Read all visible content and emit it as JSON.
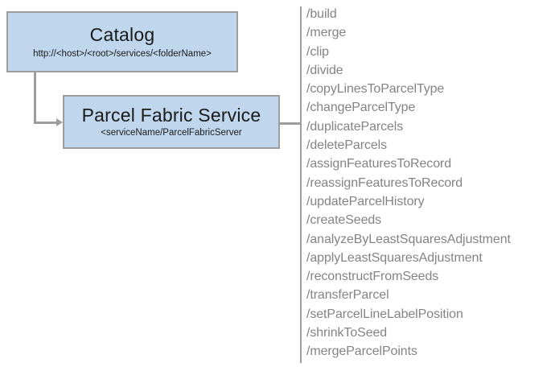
{
  "diagram": {
    "nodes": [
      {
        "id": "catalog",
        "title": "Catalog",
        "subtitle": "http://<host>/<root>/services/<folderName>"
      },
      {
        "id": "parcel-fabric-service",
        "title": "Parcel Fabric Service",
        "subtitle": "<serviceName/ParcelFabricServer"
      }
    ],
    "operations": [
      "/build",
      "/merge",
      "/clip",
      "/divide",
      "/copyLinesToParcelType",
      "/changeParcelType",
      "/duplicateParcels",
      "/deleteParcels",
      "/assignFeaturesToRecord",
      "/reassignFeaturesToRecord",
      "/updateParcelHistory",
      "/createSeeds",
      "/analyzeByLeastSquaresAdjustment",
      "/applyLeastSquaresAdjustment",
      "/reconstructFromSeeds",
      "/transferParcel",
      "/setParcelLineLabelPosition",
      "/shrinkToSeed",
      "/mergeParcelPoints"
    ],
    "colors": {
      "node_fill": "#bfd6ec",
      "node_border": "#9d9d9d",
      "connector": "#9d9d9d",
      "operation_text": "#848484",
      "node_text": "#1a1a1a",
      "background": "#ffffff"
    }
  }
}
